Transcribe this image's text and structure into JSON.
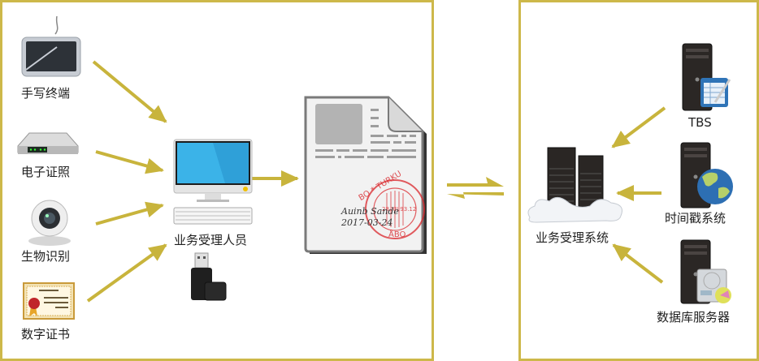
{
  "colors": {
    "border": "#CDB84A",
    "arrow": "#C8B43C",
    "screen": "#3BB3E8",
    "stamp": "#D9262B"
  },
  "left_panel": {
    "inputs": [
      {
        "label": "手写终端",
        "icon": "tablet-pen-icon"
      },
      {
        "label": "电子证照",
        "icon": "router-device-icon"
      },
      {
        "label": "生物识别",
        "icon": "webcam-icon"
      },
      {
        "label": "数字证书",
        "icon": "certificate-icon"
      }
    ],
    "operator": {
      "label": "业务受理人员",
      "icon": "desktop-computer-icon",
      "extra_icon": "usb-key-icon"
    },
    "document": {
      "icon": "signed-document-icon",
      "signature_name": "Auinb Sande",
      "signature_date": "2017-03-24",
      "stamp_top": "BO * TURKU",
      "stamp_bottom": "ÅBO",
      "stamp_center": "28.XII.93.12"
    }
  },
  "exchange": {
    "icon": "bidirectional-arrows-icon"
  },
  "right_panel": {
    "system": {
      "label": "业务受理系统",
      "icon": "server-cloud-icon"
    },
    "services": [
      {
        "label": "TBS",
        "icon": "server-spreadsheet-icon"
      },
      {
        "label": "时间戳系统",
        "icon": "server-globe-icon"
      },
      {
        "label": "数据库服务器",
        "icon": "server-database-icon"
      }
    ]
  }
}
